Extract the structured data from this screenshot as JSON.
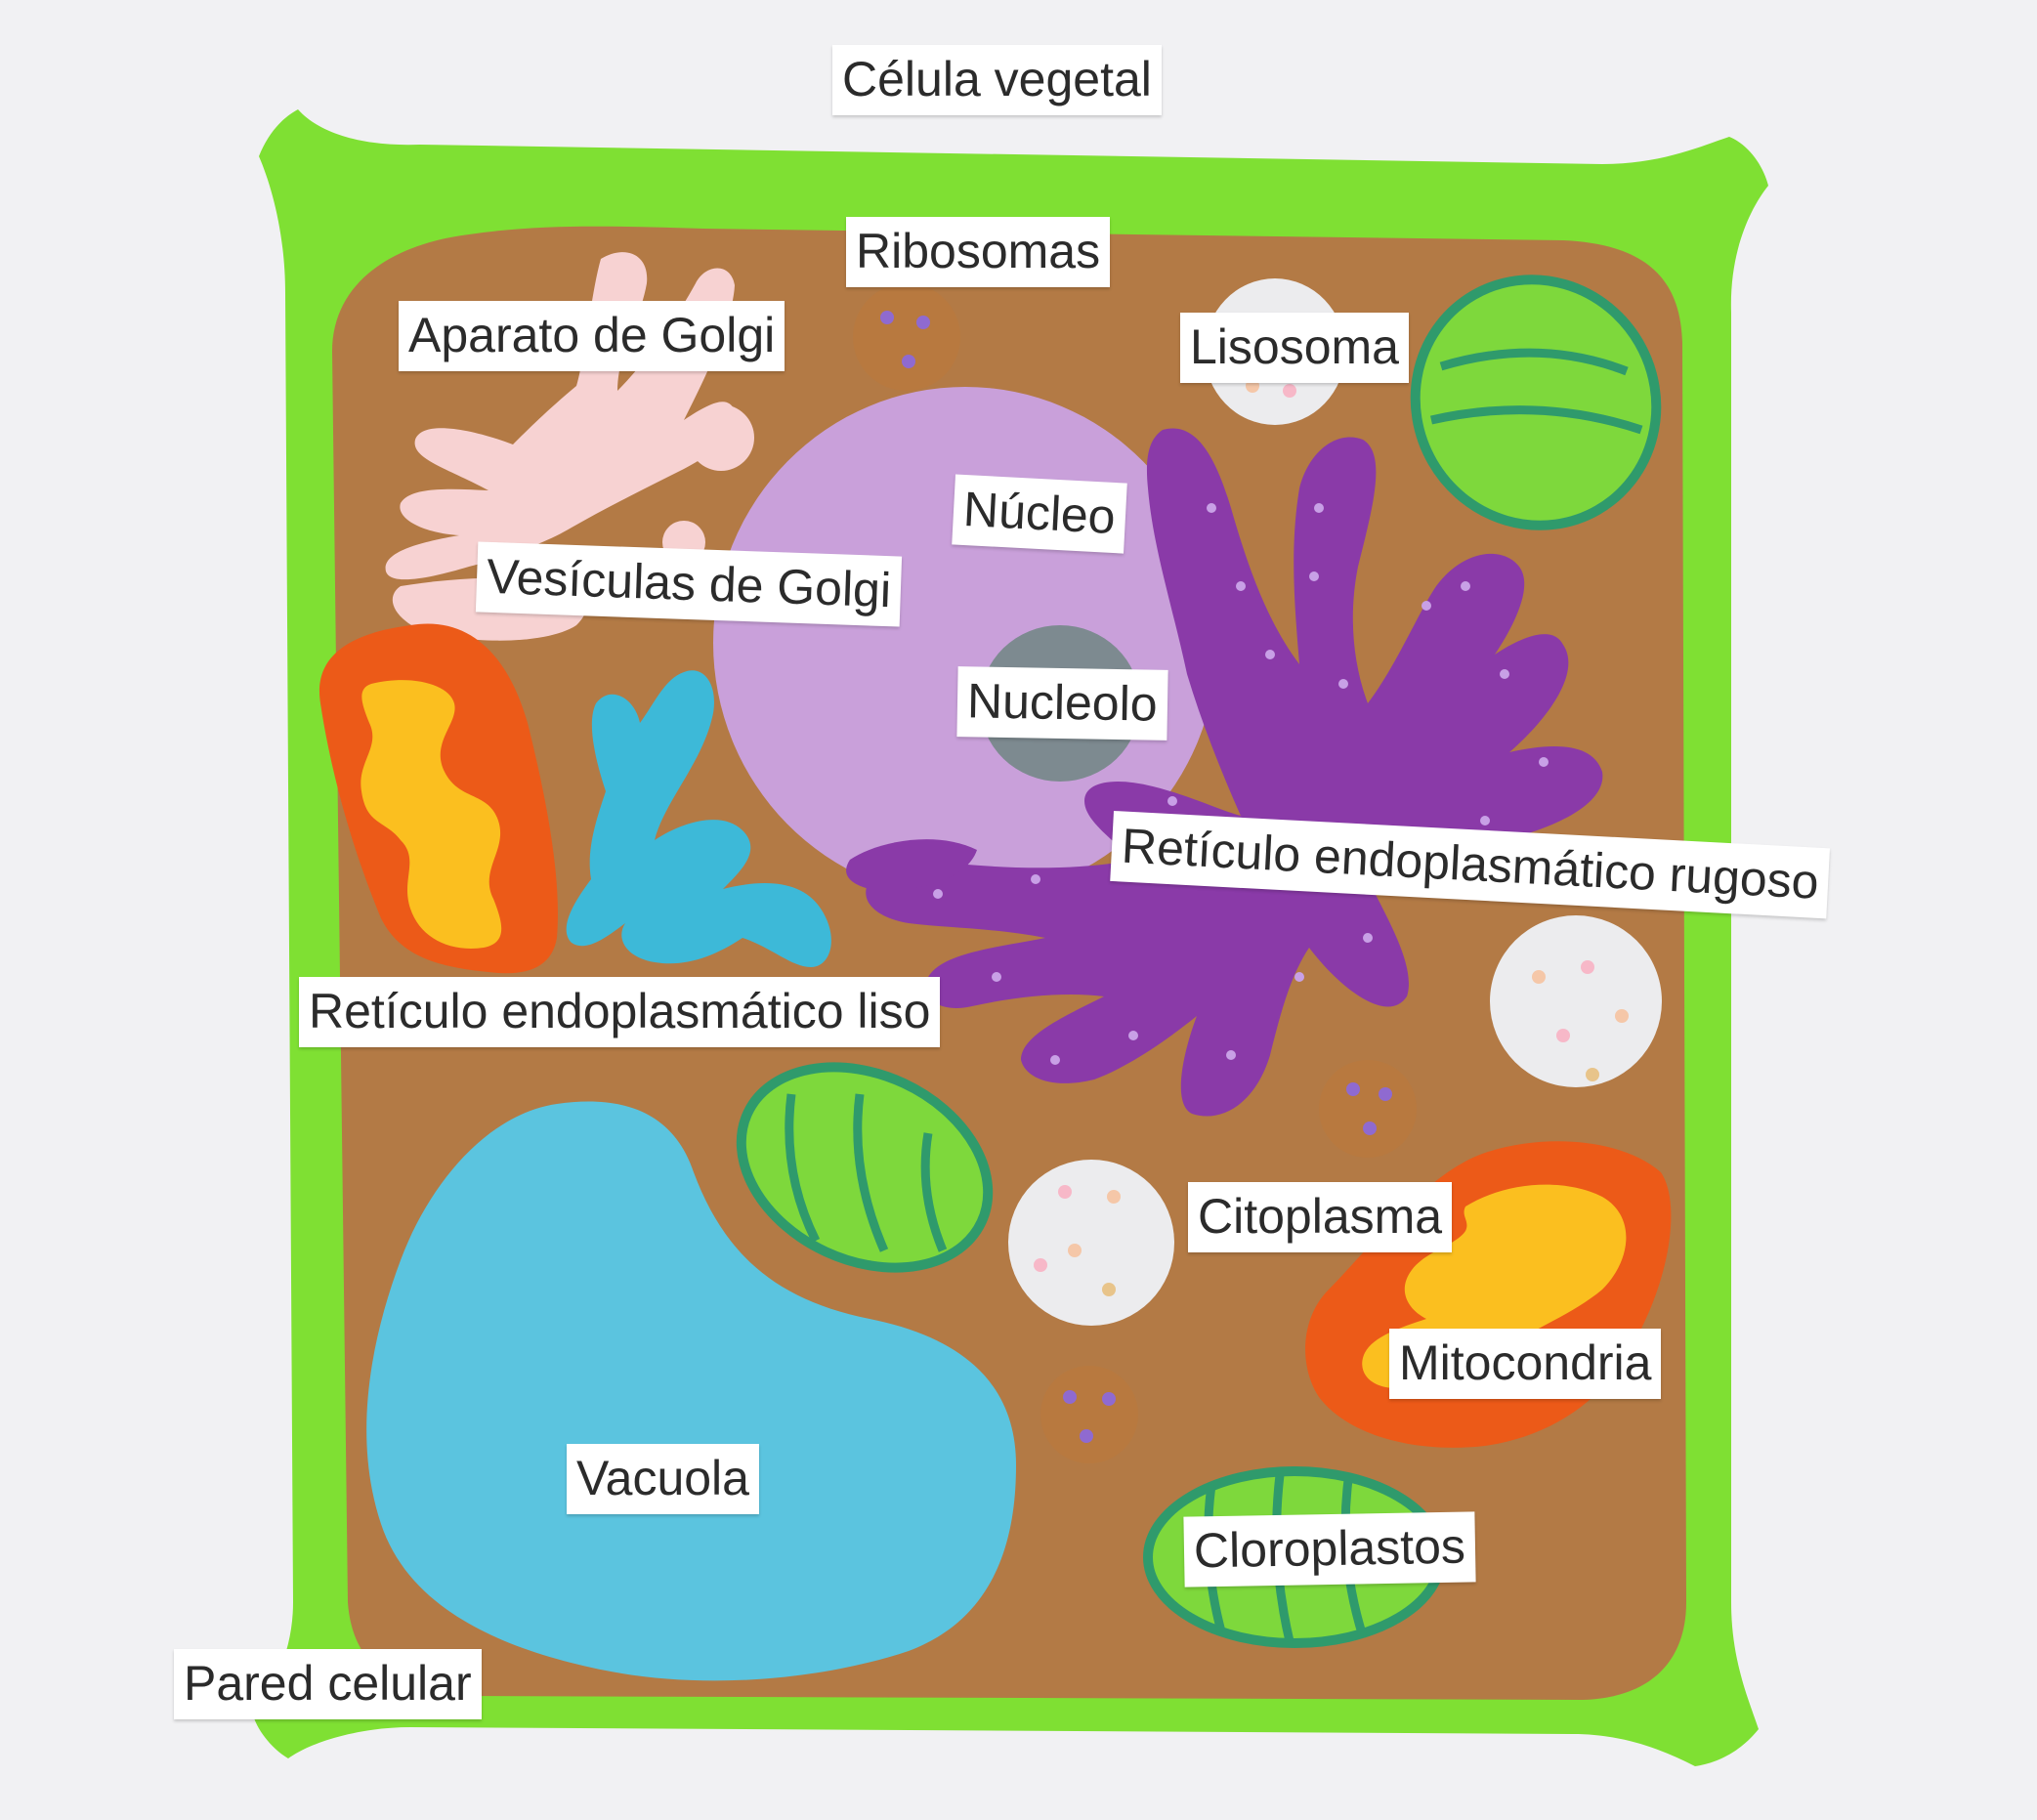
{
  "colors": {
    "background": "#f1f1f3",
    "cell_wall": "#7fe033",
    "cytoplasm": "#b37a45",
    "nucleus": "#c9a0da",
    "nucleolus": "#7d8a90",
    "rough_er": "#8a3aa8",
    "smooth_er": "#3db9d8",
    "golgi": "#f7d2d2",
    "vacuole": "#5bc4df",
    "chloroplast": "#7ed83c",
    "chloroplast_stripe": "#2f9a6c",
    "mitochondria_outer": "#ec5a18",
    "mitochondria_inner": "#fbbf1f",
    "lysosome": "#ececee",
    "ribosome": "#b8793f"
  },
  "labels": {
    "title": "Célula vegetal",
    "ribosomas": "Ribosomas",
    "aparato_golgi": "Aparato de Golgi",
    "lisosoma": "Lisosoma",
    "nucleo": "Núcleo",
    "vesiculas_golgi": "Vesículas de Golgi",
    "nucleolo": "Nucleolo",
    "reticulo_rugoso": "Retículo endoplasmático rugoso",
    "reticulo_liso": "Retículo endoplasmático liso",
    "citoplasma": "Citoplasma",
    "mitocondria": "Mitocondria",
    "vacuola": "Vacuola",
    "cloroplastos": "Cloroplastos",
    "pared_celular": "Pared celular"
  }
}
